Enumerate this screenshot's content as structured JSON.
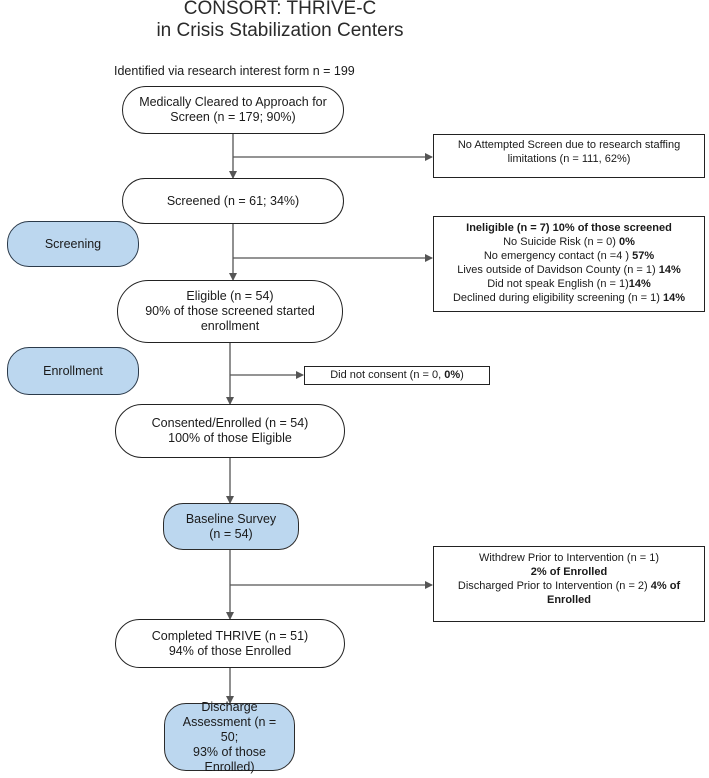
{
  "title": {
    "line1": "CONSORT: THRIVE-C",
    "line2": "in Crisis Stabilization Centers"
  },
  "identified_note": "Identified via research interest form n = 199",
  "nodes": {
    "medically_cleared": "Medically Cleared to Approach for\nScreen (n = 179; 90%)",
    "screened": "Screened (n = 61; 34%)",
    "eligible": "Eligible (n = 54)\n90% of those screened started\nenrollment",
    "consented": "Consented/Enrolled (n = 54)\n100% of those Eligible",
    "baseline": "Baseline Survey\n(n = 54)",
    "completed": "Completed THRIVE (n = 51)\n94% of those Enrolled",
    "discharge": "Discharge\nAssessment (n = 50;\n93% of those\nEnrolled)"
  },
  "phases": {
    "screening": "Screening",
    "enrollment": "Enrollment"
  },
  "side_boxes": {
    "no_attempt": "No Attempted Screen due to research staffing\nlimitations (n = 111, 62%)",
    "ineligible": {
      "heading": "Ineligible (n = 7) 10% of those screened",
      "items": [
        {
          "text": "No Suicide Risk (n = 0) ",
          "pct": "0%"
        },
        {
          "text": "No emergency contact (n =4 ) ",
          "pct": "57%"
        },
        {
          "text": "Lives outside of Davidson County (n = 1) ",
          "pct": "14%"
        },
        {
          "text": "Did not speak English (n = 1)",
          "pct": "14%"
        },
        {
          "text": "Declined during eligibility screening (n = 1) ",
          "pct": "14%"
        }
      ]
    },
    "no_consent": {
      "text": "Did not consent (n = 0, ",
      "pct": "0%",
      "tail": ")"
    },
    "withdrew": {
      "line1": "Withdrew Prior to Intervention (n = 1)",
      "line1_bold": "2% of Enrolled",
      "line2": "Discharged Prior to Intervention (n = 2) ",
      "line2_bold": "4% of Enrolled"
    }
  },
  "colors": {
    "phase_fill": "#bcd7ef",
    "line": "#555555"
  }
}
